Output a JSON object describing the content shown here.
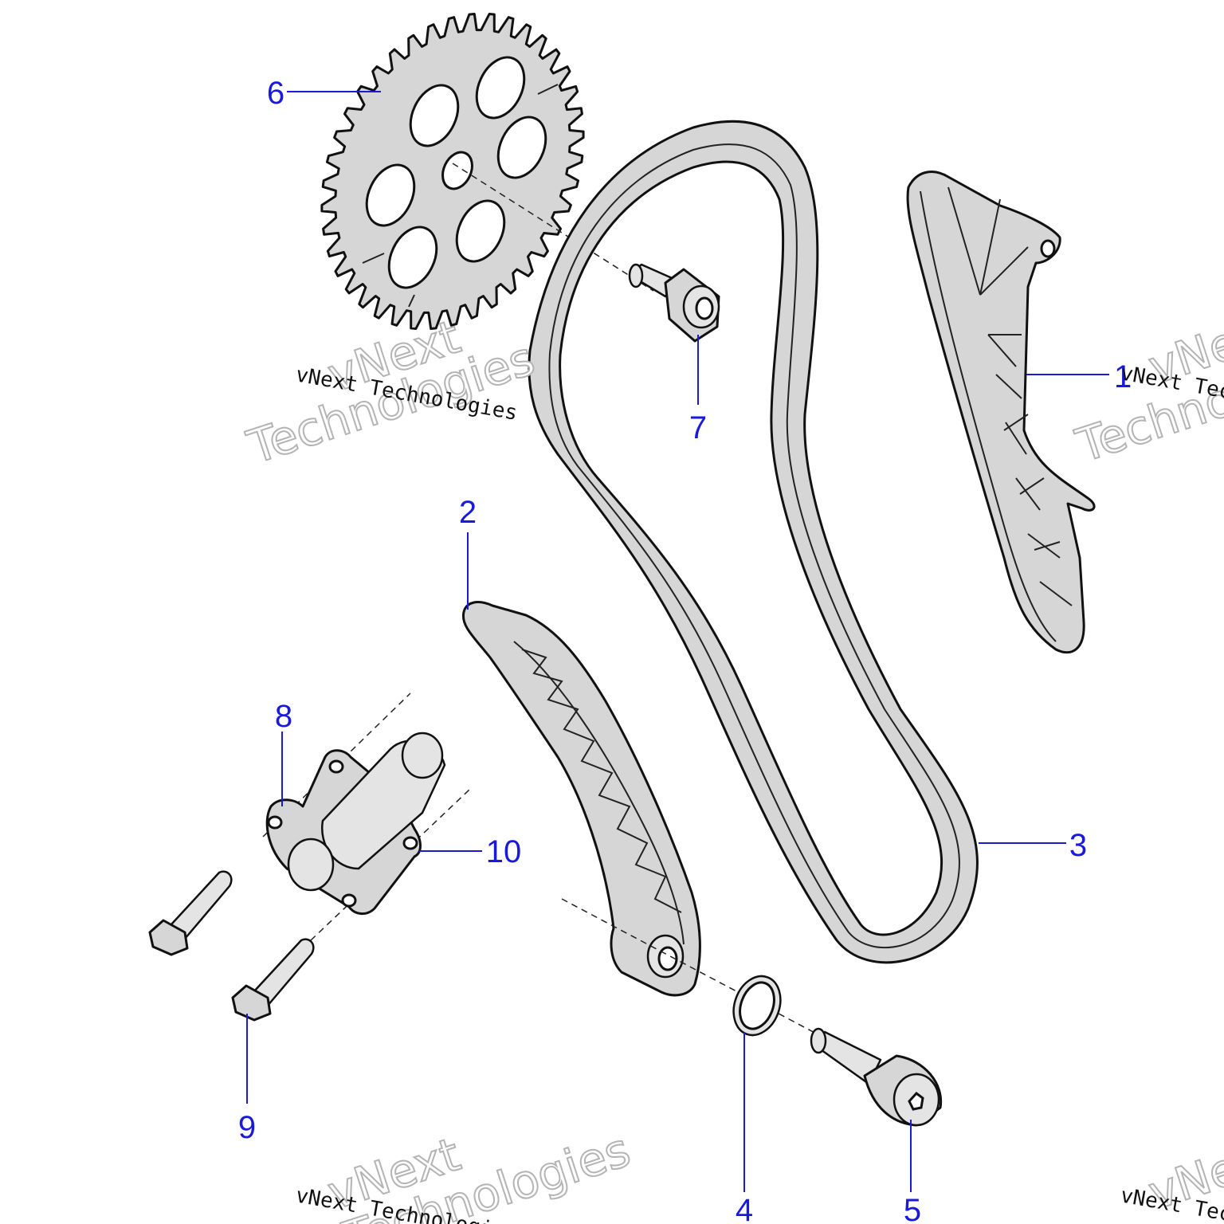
{
  "callouts": [
    {
      "id": "1",
      "label": "1"
    },
    {
      "id": "2",
      "label": "2"
    },
    {
      "id": "3",
      "label": "3"
    },
    {
      "id": "4",
      "label": "4"
    },
    {
      "id": "5",
      "label": "5"
    },
    {
      "id": "6",
      "label": "6"
    },
    {
      "id": "7",
      "label": "7"
    },
    {
      "id": "8",
      "label": "8"
    },
    {
      "id": "9",
      "label": "9"
    },
    {
      "id": "10",
      "label": "10"
    }
  ],
  "watermark": {
    "small": "vNext Technologies",
    "big_line1": "vNext",
    "big_line2": "Technologies"
  },
  "colors": {
    "callout": "#1a1adf",
    "part_fill": "#d6d6d6",
    "outline": "#111111"
  }
}
